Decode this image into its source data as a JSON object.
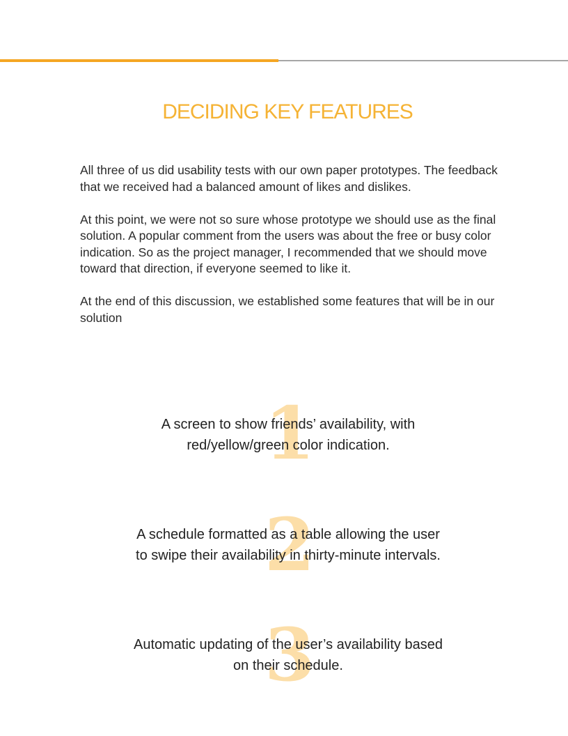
{
  "title": "DECIDING KEY FEATURES",
  "paragraphs": [
    "All three of us did usability tests with our own paper prototypes. The feedback that we received had a balanced amount of likes and dislikes.",
    "At this point, we were not so sure whose prototype we should use as the final solution. A popular comment from the users was about the free or busy color indication. So as the project manager, I recommended that we should move toward that direction, if everyone seemed to like it.",
    "At the end of this discussion, we established some features that will be in our solution"
  ],
  "features": [
    {
      "number": "1",
      "lines": [
        "A screen to show friends’ availability, with",
        "red/yellow/green color indication."
      ]
    },
    {
      "number": "2",
      "lines": [
        "A schedule formatted as a table allowing the user",
        "to swipe their availability in thirty-minute intervals."
      ]
    },
    {
      "number": "3",
      "lines": [
        "Automatic updating of the user’s availability based",
        "on their schedule."
      ]
    }
  ],
  "colors": {
    "accent": "#F5A623",
    "title": "#F5B335",
    "number": "#FCD99A",
    "rule": "#A6A6A6"
  }
}
